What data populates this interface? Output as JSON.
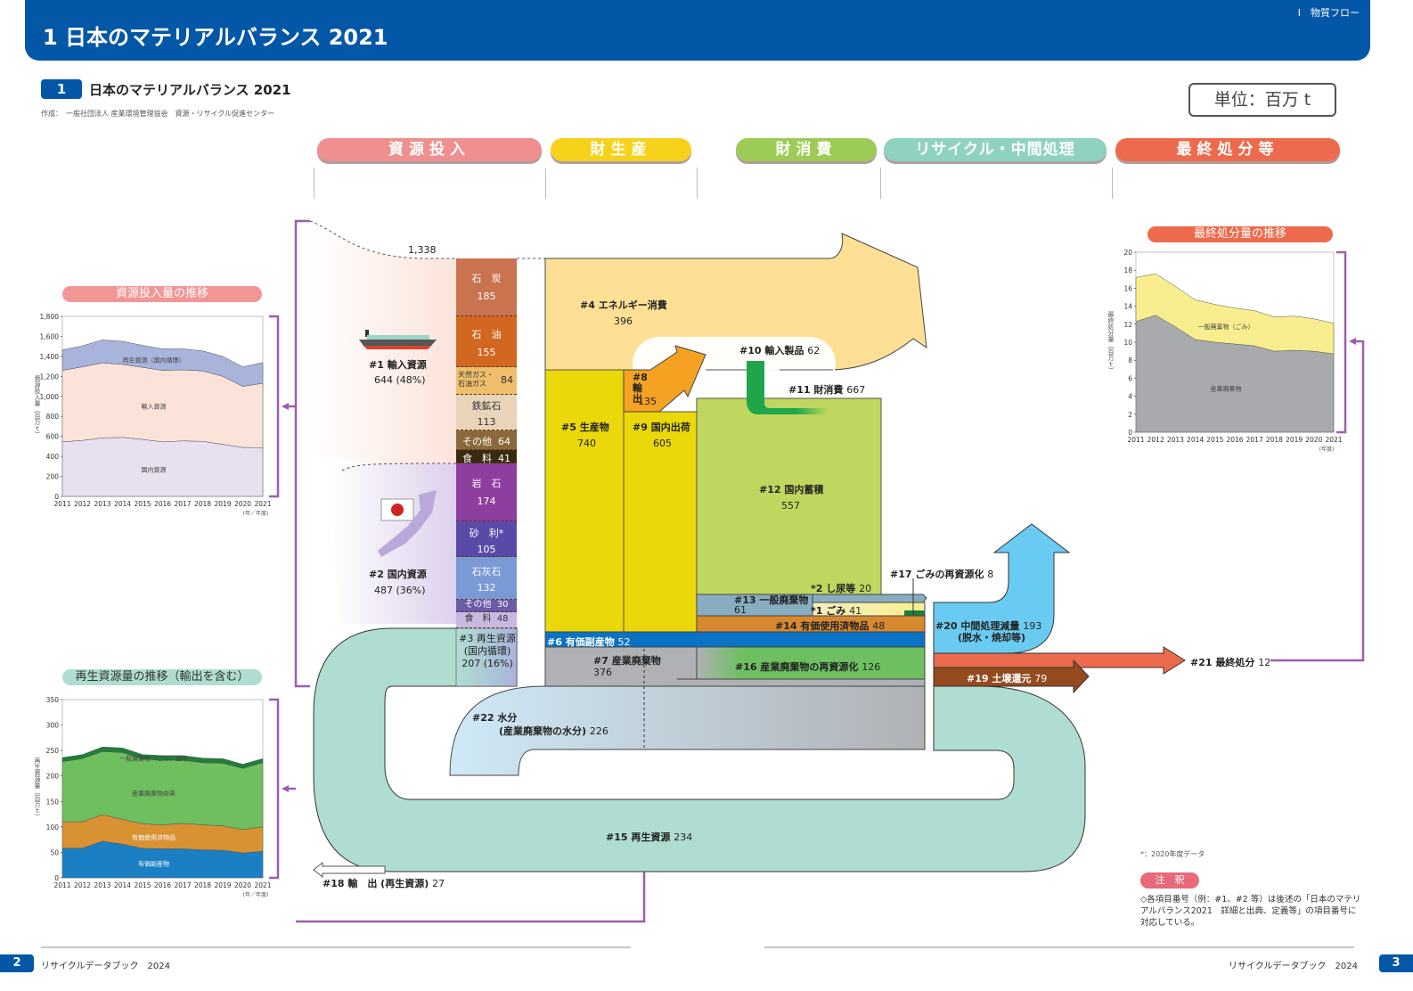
{
  "header": {
    "title": "1  日本のマテリアルバランス 2021",
    "section": "I　物質フロー"
  },
  "subheader": {
    "number": "1",
    "title": "日本のマテリアルバランス 2021",
    "credit": "作成：　一般社団法人 産業環境管理協会　資源・リサイクル促進センター",
    "unit": "単位：百万 t"
  },
  "stages": [
    {
      "label": "資源投入",
      "color": "#ef8f8f"
    },
    {
      "label": "財生産",
      "color": "#f6d21a"
    },
    {
      "label": "財消費",
      "color": "#9ccc55"
    },
    {
      "label": "リサイクル・中間処理",
      "color": "#8fd2bf"
    },
    {
      "label": "最終処分等",
      "color": "#ee6a4c"
    }
  ],
  "flow": {
    "total_input": "1,338",
    "imported": {
      "label": "#1 輸入資源",
      "value": "644 (48%)",
      "items": [
        {
          "name": "石　炭",
          "value": "185",
          "color": "#c9734f"
        },
        {
          "name": "石　油",
          "value": "155",
          "color": "#d2671f"
        },
        {
          "name": "天然ガス・石油ガス",
          "value": "84",
          "color": "#efbe6b"
        },
        {
          "name": "鉄鉱石",
          "value": "113",
          "color": "#e8d4b8"
        },
        {
          "name": "その他",
          "value": "64",
          "color": "#8a6a3a"
        },
        {
          "name": "食　料",
          "value": "41",
          "color": "#3a2a10"
        }
      ]
    },
    "domestic": {
      "label": "#2 国内資源",
      "value": "487 (36%)",
      "items": [
        {
          "name": "岩　石",
          "value": "174",
          "color": "#8e3e9e"
        },
        {
          "name": "砂　利*",
          "value": "105",
          "color": "#5a4aa8"
        },
        {
          "name": "石灰石",
          "value": "132",
          "color": "#7a9ad6"
        },
        {
          "name": "その他",
          "value": "30",
          "color": "#6a5aa8"
        },
        {
          "name": "食　料",
          "value": "48",
          "color": "#c9b8e0"
        }
      ]
    },
    "recycled": {
      "label": "#3 再生資源 (国内循環)",
      "value": "207 (16%)"
    },
    "n4": {
      "label": "#4 エネルギー消費",
      "value": "396"
    },
    "n5": {
      "label": "#5 生産物",
      "value": "740"
    },
    "n6": {
      "label": "#6 有価副産物",
      "value": "52"
    },
    "n7": {
      "label": "#7 産業廃棄物",
      "value": "376"
    },
    "n8": {
      "label": "#8 輸　出",
      "value": "135"
    },
    "n9": {
      "label": "#9 国内出荷",
      "value": "605"
    },
    "n10": {
      "label": "#10 輸入製品",
      "value": "62"
    },
    "n11": {
      "label": "#11 財消費",
      "value": "667"
    },
    "n12": {
      "label": "#12 国内蓄積",
      "value": "557"
    },
    "n13": {
      "label": "#13 一般廃棄物",
      "value": "61"
    },
    "s1": {
      "label": "*1 ごみ",
      "value": "41"
    },
    "s2": {
      "label": "*2 し尿等",
      "value": "20"
    },
    "n14": {
      "label": "#14 有価使用済物品",
      "value": "48"
    },
    "n15": {
      "label": "#15 再生資源",
      "value": "234"
    },
    "n16": {
      "label": "#16 産業廃棄物の再資源化",
      "value": "126"
    },
    "n17": {
      "label": "#17 ごみの再資源化",
      "value": "8"
    },
    "n18": {
      "label": "#18 輸　出 (再生資源)",
      "value": "27"
    },
    "n19": {
      "label": "#19 土壌還元",
      "value": "79"
    },
    "n20": {
      "label": "#20 中間処理減量",
      "value": "193",
      "note": "(脱水・焼却等)"
    },
    "n21": {
      "label": "#21 最終処分",
      "value": "12"
    },
    "n22": {
      "label": "#22 水分",
      "note": "(産業廃棄物の水分)",
      "value": "226"
    }
  },
  "notes": {
    "star": "*：2020年度データ",
    "badge": "注　釈",
    "text": "◇各項目番号（例：#1、#2 等）は後述の「日本のマテリアルバランス2021　詳細と出典、定義等」の項目番号に対応している。"
  },
  "footer": {
    "left_page": "2",
    "left_text": "リサイクルデータブック　2024",
    "right_page": "3",
    "right_text": "リサイクルデータブック　2024"
  },
  "chart_data": [
    {
      "type": "area",
      "title": "資源投入量の推移",
      "ylabel": "資源投入量（百万ｔ）",
      "xlabel": "(年／年度)",
      "x": [
        "2011",
        "2012",
        "2013",
        "2014",
        "2015",
        "2016",
        "2017",
        "2018",
        "2019",
        "2020",
        "2021"
      ],
      "ylim": [
        0,
        1800
      ],
      "yticks": [
        "0",
        "200",
        "400",
        "600",
        "800",
        "1,000",
        "1,200",
        "1,400",
        "1,600",
        "1,800"
      ],
      "stacked": true,
      "series": [
        {
          "name": "国内資源",
          "color": "#e6e0ef",
          "values": [
            545,
            560,
            585,
            590,
            570,
            545,
            555,
            550,
            520,
            490,
            487
          ]
        },
        {
          "name": "輸入資源",
          "color": "#fbe3da",
          "values": [
            715,
            735,
            750,
            730,
            720,
            715,
            710,
            705,
            680,
            610,
            644
          ]
        },
        {
          "name": "再生資源（国内循環）",
          "color": "#a9b4dc",
          "values": [
            205,
            210,
            230,
            230,
            220,
            215,
            210,
            200,
            200,
            195,
            207
          ]
        }
      ]
    },
    {
      "type": "area",
      "title": "再生資源量の推移（輸出を含む）",
      "ylabel": "再生資源量（百万ｔ）",
      "xlabel": "(年／年度)",
      "x": [
        "2011",
        "2012",
        "2013",
        "2014",
        "2015",
        "2016",
        "2017",
        "2018",
        "2019",
        "2020",
        "2021"
      ],
      "ylim": [
        0,
        350
      ],
      "yticks": [
        "0",
        "50",
        "100",
        "150",
        "200",
        "250",
        "300",
        "350"
      ],
      "stacked": true,
      "series": [
        {
          "name": "有価副産物",
          "color": "#1b7fc4",
          "values": [
            58,
            58,
            72,
            66,
            58,
            57,
            57,
            55,
            54,
            49,
            52
          ]
        },
        {
          "name": "有価使用済物品",
          "color": "#d89232",
          "values": [
            52,
            52,
            52,
            49,
            48,
            47,
            50,
            49,
            48,
            46,
            48
          ]
        },
        {
          "name": "産業廃棄物由来",
          "color": "#6fbf5f",
          "values": [
            118,
            124,
            124,
            131,
            127,
            127,
            124,
            122,
            123,
            120,
            126
          ]
        },
        {
          "name": "一般廃棄物（ごみ）由来",
          "color": "#1f7f3a",
          "values": [
            8,
            8,
            9,
            9,
            9,
            9,
            9,
            9,
            9,
            8,
            8
          ]
        }
      ]
    },
    {
      "type": "area",
      "title": "最終処分量の推移",
      "ylabel": "最終処分量（百万ｔ）",
      "xlabel": "(年度)",
      "x": [
        "2011",
        "2012",
        "2013",
        "2014",
        "2015",
        "2016",
        "2017",
        "2018",
        "2019",
        "2020",
        "2021"
      ],
      "ylim": [
        0,
        20
      ],
      "yticks": [
        "0",
        "2",
        "4",
        "6",
        "8",
        "10",
        "12",
        "14",
        "16",
        "18",
        "20"
      ],
      "stacked": true,
      "series": [
        {
          "name": "産業廃棄物",
          "color": "#a9aaad",
          "values": [
            12.3,
            13.0,
            11.7,
            10.3,
            10.0,
            9.8,
            9.6,
            9.0,
            9.1,
            9.0,
            8.7
          ]
        },
        {
          "name": "一般廃棄物（ごみ）",
          "color": "#f9ee8f",
          "values": [
            4.9,
            4.6,
            4.5,
            4.4,
            4.2,
            4.0,
            3.9,
            3.8,
            3.8,
            3.6,
            3.4
          ]
        }
      ]
    }
  ]
}
